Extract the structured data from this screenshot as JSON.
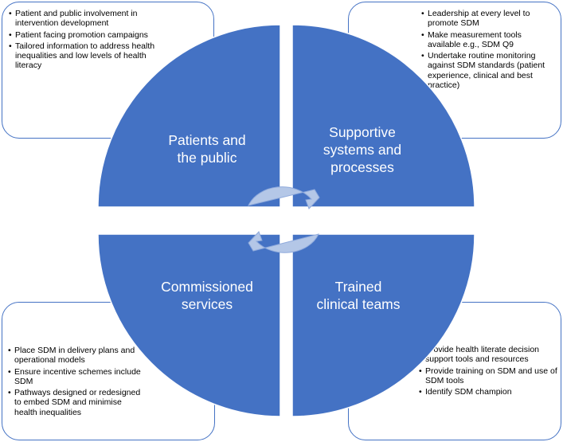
{
  "quadrants": {
    "top_left": {
      "label_line1": "Patients and",
      "label_line2": "the public",
      "items": [
        "Patient and public involvement in intervention development",
        "Patient facing promotion campaigns",
        "Tailored information to address health inequalities and low levels of health literacy"
      ]
    },
    "top_right": {
      "label_line1": "Supportive",
      "label_line2": "systems and",
      "label_line3": "processes",
      "items": [
        "Leadership at every level to promote SDM",
        "Make measurement tools available e.g., SDM Q9",
        "Undertake routine monitoring against SDM standards (patient experience, clinical and best practice)"
      ]
    },
    "bottom_left": {
      "label_line1": "Commissioned",
      "label_line2": "services",
      "items": [
        "Place SDM in delivery plans and operational models",
        "Ensure incentive schemes include SDM",
        "Pathways designed or redesigned to embed SDM and minimise health inequalities"
      ]
    },
    "bottom_right": {
      "label_line1": "Trained",
      "label_line2": "clinical teams",
      "items": [
        "Provide health literate decision support tools and resources",
        "Provide training on SDM and use of SDM tools",
        "Identify SDM champion"
      ]
    }
  },
  "colors": {
    "quadrant_fill": "#4472c4",
    "box_border": "#4472c4",
    "cycle_arrow": "#b4c7e7"
  },
  "icons": {
    "center": "cycle-arrows-icon"
  }
}
